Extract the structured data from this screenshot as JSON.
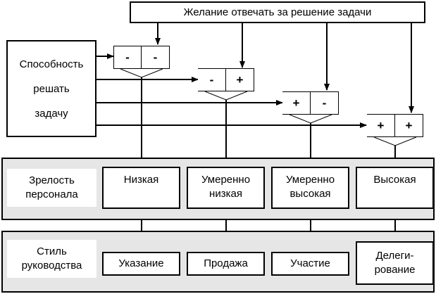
{
  "desire_box": {
    "label": "Желание отвечать за решение задачи"
  },
  "ability_box": {
    "lines": [
      "Способность",
      "решать",
      "задачу"
    ]
  },
  "sign_pairs": [
    [
      "-",
      "-"
    ],
    [
      "-",
      "+"
    ],
    [
      "+",
      "-"
    ],
    [
      "+",
      "+"
    ]
  ],
  "maturity_row": {
    "label": "Зрелость\nперсонала",
    "levels": [
      "Низкая",
      "Умеренно\nнизкая",
      "Умеренно\nвысокая",
      "Высокая"
    ]
  },
  "style_row": {
    "label": "Стиль\nруководства",
    "styles": [
      "Указание",
      "Продажа",
      "Участие",
      "Делеги-\nрование"
    ]
  }
}
